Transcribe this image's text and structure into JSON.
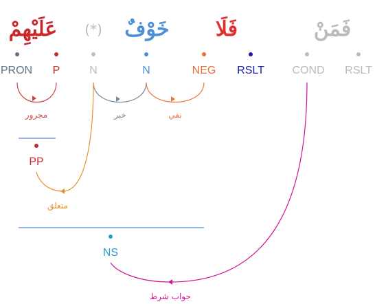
{
  "words": {
    "w0": {
      "text": "فَمَنْ",
      "color": "#bbbbbb"
    },
    "w1": {
      "text": "فَلَا",
      "color": "#e03030"
    },
    "w2": {
      "text": "خَوْفٌ",
      "color": "#4a8fd8"
    },
    "w3": {
      "text": "(*)",
      "color": "#bbbbbb"
    },
    "w4": {
      "text": "عَلَيْهِمْ",
      "color_pron": "#5f7386",
      "color_prep": "#c8282a"
    }
  },
  "tags": {
    "rslt_gray": "RSLT",
    "cond": "COND",
    "rslt": "RSLT",
    "neg": "NEG",
    "n1": "N",
    "n2": "N",
    "p": "P",
    "pron": "PRON",
    "pp": "PP",
    "ns": "NS"
  },
  "relations": {
    "majrur": "مجرور",
    "khabar": "خبر",
    "nafi": "نفي",
    "mutaalliq": "متعلق",
    "jawab_shart": "جواب شرط"
  },
  "colors": {
    "gray": "#bbbbbb",
    "dark_blue": "#1a1aaa",
    "neg": "#e8703a",
    "noun": "#4a8fd8",
    "prep": "#c8282a",
    "pron": "#5f7386",
    "pp": "#c8282a",
    "ns": "#2a9fc8",
    "arc_majrur": "#c84848",
    "arc_khabar": "#7a8aa0",
    "arc_nafi": "#f07040",
    "arc_mutaalliq": "#e8902a",
    "arc_jawab": "#d0149a",
    "phrase_line": "#4a8fd8"
  }
}
